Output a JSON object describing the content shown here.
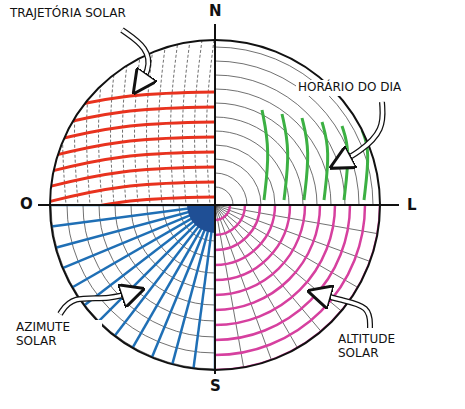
{
  "diagram": {
    "labels": [
      "TRAJETÓRIA SOLAR",
      "N",
      "HORÁRIO DO DIA",
      "O",
      "L",
      "AZIMUTE SOLAR",
      "ALTITUDE SOLAR",
      "S"
    ]
  }
}
